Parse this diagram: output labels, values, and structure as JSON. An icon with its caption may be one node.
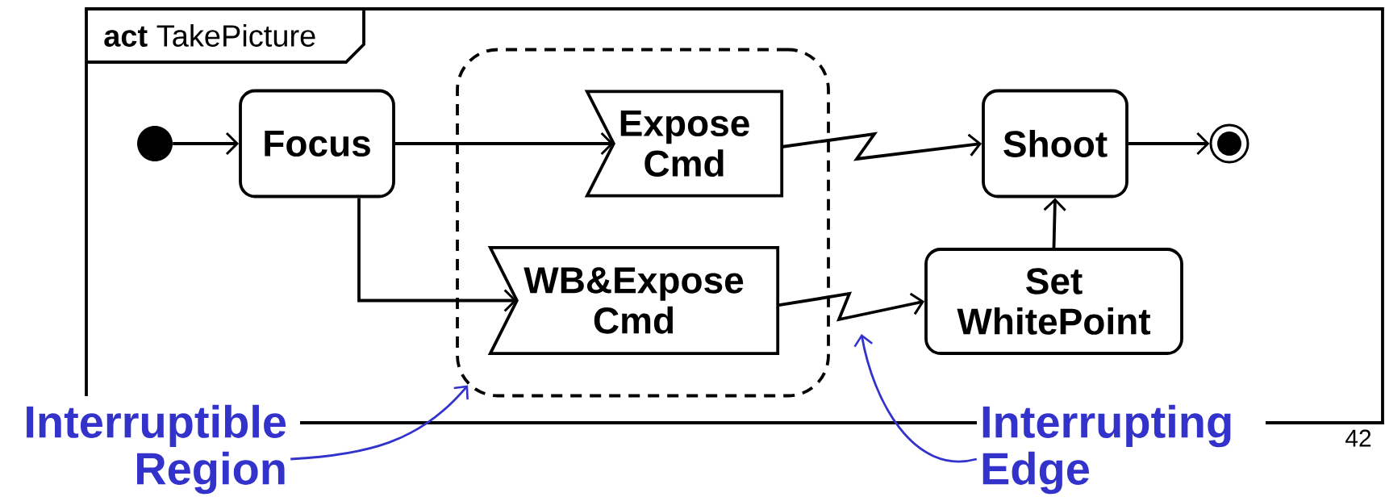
{
  "diagram": {
    "nodes": [
      {
        "text": [
          "**act** TakePicture"
        ]
      },
      {
        "text": [],
        "shape": "circle",
        "in": 0
      },
      {
        "text": [
          "Focus"
        ],
        "in": 0
      },
      {
        "text": [],
        "shape": "box",
        "in": 0
      },
      {
        "text": [
          "Expose Cmd"
        ],
        "in": 3
      },
      {
        "text": [
          "WB&Expose Cmd"
        ],
        "in": 3
      },
      {
        "text": [
          "Shoot"
        ],
        "in": 0
      },
      {
        "text": [
          "Set WhitePoint"
        ],
        "in": 0
      },
      {
        "text": [],
        "shape": "circle",
        "in": 0
      },
      {
        "text": [
          "Interruptible Region"
        ]
      },
      {
        "text": [
          "Interrupting Edge"
        ]
      }
    ],
    "edges": [
      {
        "from": 1,
        "to": 2,
        "arrow": "to"
      },
      {
        "from": 2,
        "to": 4,
        "arrow": "to"
      },
      {
        "from": 2,
        "to": 5,
        "arrow": "to"
      },
      {
        "from": 4,
        "to": 6,
        "arrow": "to"
      },
      {
        "from": 5,
        "to": 7,
        "arrow": "to"
      },
      {
        "from": 7,
        "to": 6,
        "arrow": "to"
      },
      {
        "from": 6,
        "to": 8,
        "arrow": "to"
      },
      {
        "from": 9,
        "to": 3,
        "arrow": "to",
        "color": "#3333cc"
      },
      {
        "from": 10,
        "to": null,
        "arrow": "to",
        "color": "#3333cc"
      }
    ],
    "labels": [
      "42"
    ]
  }
}
